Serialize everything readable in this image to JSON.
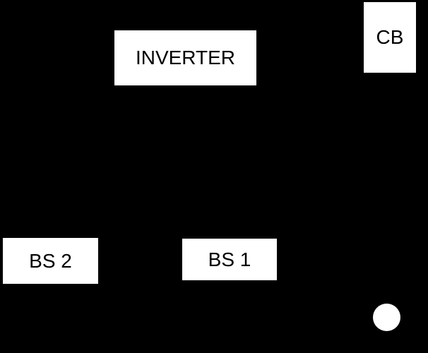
{
  "diagram": {
    "type": "block-diagram",
    "background_color": "#000000",
    "node_fill_color": "#ffffff",
    "node_text_color": "#000000",
    "nodes": [
      {
        "id": "inverter",
        "label": "INVERTER"
      },
      {
        "id": "cb",
        "label": "CB"
      },
      {
        "id": "bs2",
        "label": "BS 2"
      },
      {
        "id": "bs1",
        "label": "BS 1"
      }
    ],
    "shapes": [
      {
        "id": "junction-dot",
        "type": "circle",
        "fill": "#ffffff"
      }
    ]
  }
}
